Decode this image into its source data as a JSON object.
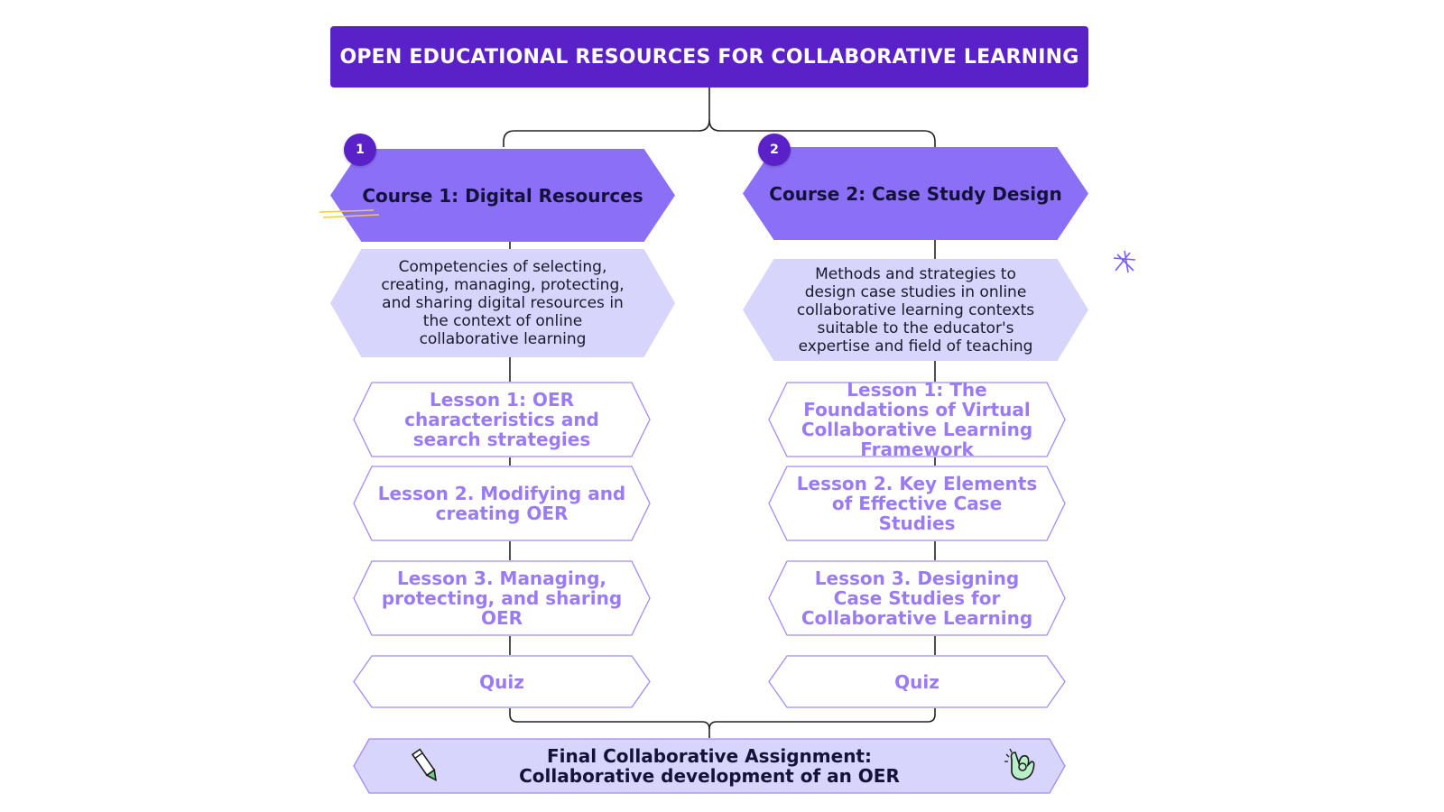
{
  "title": "OPEN EDUCATIONAL RESOURCES FOR COLLABORATIVE LEARNING",
  "courses": [
    {
      "badge": "1",
      "title": "Course 1: Digital Resources",
      "description": "Competencies of selecting, creating, managing, protecting, and sharing digital resources in the context of online collaborative learning",
      "lessons": [
        "Lesson 1:  OER characteristics and search strategies",
        "Lesson 2. Modifying and creating OER",
        "Lesson 3. Managing, protecting, and sharing OER",
        "Quiz"
      ]
    },
    {
      "badge": "2",
      "title": "Course 2: Case Study Design",
      "description": "Methods and strategies to design case studies in online collaborative learning contexts suitable to the educator's expertise and field of teaching",
      "lessons": [
        "Lesson 1:  The Foundations of Virtual Collaborative Learning Framework",
        "Lesson 2. Key Elements of Effective Case Studies",
        "Lesson 3. Designing Case Studies for Collaborative Learning",
        "Quiz"
      ]
    }
  ],
  "final": {
    "line1": "Final Collaborative Assignment:",
    "line2": "Collaborative development of an OER"
  },
  "icons": [
    "pencil-icon",
    "ok-hand-icon",
    "star-doodle-icon",
    "scribble-doodle-icon"
  ],
  "colors": {
    "title_bg": "#5b21c9",
    "badge_bg": "#5b21c9",
    "course_hex": "#8c6ff7",
    "description_hex": "#d7d5fb",
    "lesson_text": "#9a7bf5",
    "lesson_border": "#a48af5",
    "final_bg": "#d7d5fb"
  }
}
